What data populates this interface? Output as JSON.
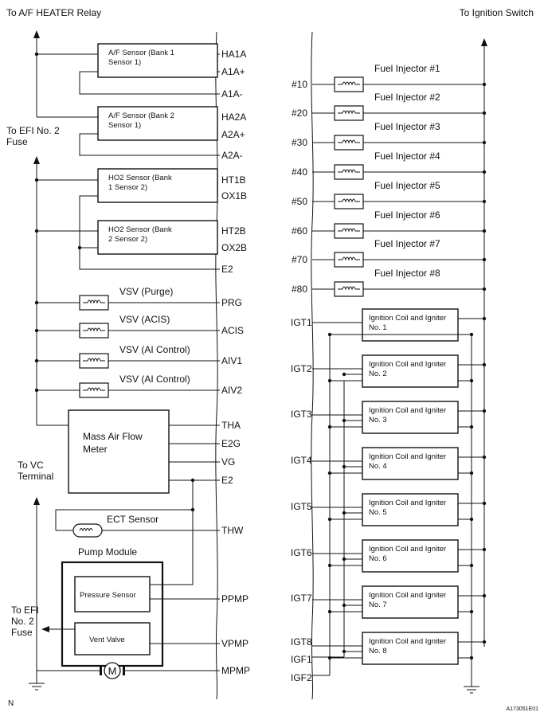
{
  "header": {
    "left_caption": "To A/F HEATER Relay",
    "right_caption": "To Ignition Switch"
  },
  "notes": {
    "efi_top": [
      "To EFI No. 2",
      "Fuse"
    ],
    "vc": [
      "To VC",
      "Terminal"
    ],
    "efi_bottom": [
      "To EFI",
      "No. 2",
      "Fuse"
    ],
    "pump_module": "Pump Module",
    "corner_left": "N",
    "corner_right": "A173051E01"
  },
  "left_components": {
    "af1": [
      "A/F Sensor (Bank 1",
      "Sensor 1)"
    ],
    "af2": [
      "A/F Sensor (Bank 2",
      "Sensor 1)"
    ],
    "ho1": [
      "HO2 Sensor (Bank",
      "1 Sensor 2)"
    ],
    "ho2": [
      "HO2 Sensor (Bank",
      "2 Sensor 2)"
    ],
    "vsv_purge": "VSV (Purge)",
    "vsv_acis": "VSV (ACIS)",
    "vsv_ai1": "VSV (AI Control)",
    "vsv_ai2": "VSV (AI Control)",
    "maf": [
      "Mass Air Flow",
      "Meter"
    ],
    "ect": "ECT Sensor",
    "pressure": "Pressure Sensor",
    "vent": "Vent Valve"
  },
  "left_pins": [
    "HA1A",
    "A1A+",
    "A1A-",
    "HA2A",
    "A2A+",
    "A2A-",
    "HT1B",
    "OX1B",
    "HT2B",
    "OX2B",
    "E2",
    "PRG",
    "ACIS",
    "AIV1",
    "AIV2",
    "THA",
    "E2G",
    "VG",
    "E2",
    "THW",
    "PPMP",
    "VPMP",
    "MPMP"
  ],
  "injector_pins": [
    "#10",
    "#20",
    "#30",
    "#40",
    "#50",
    "#60",
    "#70",
    "#80"
  ],
  "injector_labels": [
    "Fuel Injector #1",
    "Fuel Injector #2",
    "Fuel Injector #3",
    "Fuel Injector #4",
    "Fuel Injector #5",
    "Fuel Injector #6",
    "Fuel Injector #7",
    "Fuel Injector #8"
  ],
  "ignition_pins": [
    "IGT1",
    "IGT2",
    "IGT3",
    "IGT4",
    "IGT5",
    "IGT6",
    "IGT7",
    "IGT8",
    "IGF1",
    "IGF2"
  ],
  "ignition_coils": [
    [
      "Ignition Coil and Igniter",
      "No. 1"
    ],
    [
      "Ignition Coil and Igniter",
      "No. 2"
    ],
    [
      "Ignition Coil and Igniter",
      "No. 3"
    ],
    [
      "Ignition Coil and Igniter",
      "No. 4"
    ],
    [
      "Ignition Coil and Igniter",
      "No. 5"
    ],
    [
      "Ignition Coil and Igniter",
      "No. 6"
    ],
    [
      "Ignition Coil and Igniter",
      "No. 7"
    ],
    [
      "Ignition Coil and Igniter",
      "No. 8"
    ]
  ],
  "motor_symbol": "M"
}
